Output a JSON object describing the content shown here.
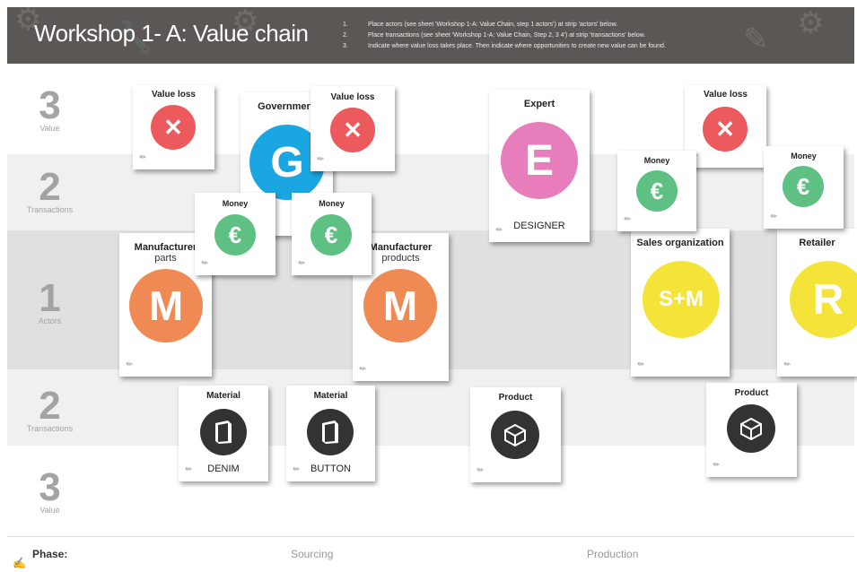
{
  "header": {
    "title": "Workshop 1- A: Value chain",
    "instructions": [
      {
        "num": "1.",
        "text": "Place actors (see sheet 'Workshop 1-A: Value Chain, step 1 actors') at strip 'actors' below."
      },
      {
        "num": "2.",
        "text": "Place transactions (see sheet 'Workshop 1-A: Value Chain, Step 2, 3 4') at strip 'transactions' below."
      },
      {
        "num": "3.",
        "text": "Indicate where value loss takes place. Then indicate where opportunities to create new value can be found."
      }
    ]
  },
  "strips": [
    {
      "number": "3",
      "label": "Value"
    },
    {
      "number": "2",
      "label": "Transactions"
    },
    {
      "number": "1",
      "label": "Actors"
    },
    {
      "number": "2",
      "label": "Transactions"
    },
    {
      "number": "3",
      "label": "Value"
    }
  ],
  "cards": {
    "value_loss_1": {
      "title": "Value loss"
    },
    "government": {
      "title": "Government",
      "letter": "G"
    },
    "value_loss_2": {
      "title": "Value loss"
    },
    "expert": {
      "title": "Expert",
      "letter": "E",
      "foot": "DESIGNER"
    },
    "value_loss_3": {
      "title": "Value loss"
    },
    "money_1": {
      "title": "Money",
      "symbol": "€"
    },
    "money_2": {
      "title": "Money",
      "symbol": "€"
    },
    "money_3": {
      "title": "Money",
      "symbol": "€"
    },
    "money_4": {
      "title": "Money",
      "symbol": "€"
    },
    "manufacturer_parts": {
      "title": "Manufacturer",
      "subtitle": "parts",
      "letter": "M"
    },
    "manufacturer_products": {
      "title": "Manufacturer",
      "subtitle": "products",
      "letter": "M"
    },
    "sales_org": {
      "title": "Sales organization",
      "letter": "S+M"
    },
    "retailer": {
      "title": "Retailer",
      "letter": "R"
    },
    "material_1": {
      "title": "Material",
      "foot": "DENIM"
    },
    "material_2": {
      "title": "Material",
      "foot": "BUTTON"
    },
    "product_1": {
      "title": "Product"
    },
    "product_2": {
      "title": "Product"
    }
  },
  "phase": {
    "label": "Phase:",
    "names": [
      "Sourcing",
      "Production"
    ]
  },
  "colors": {
    "header_bg": "#5b5754",
    "value_loss": "#ec5a5d",
    "government": "#1aa6e0",
    "expert": "#e87dbb",
    "money": "#5ec083",
    "manufacturer": "#f08a55",
    "sales": "#f4e43a",
    "retailer": "#f4e43a",
    "material": "#333333",
    "strip_light": "#f0f0f0",
    "strip_dark": "#e0e0e0"
  },
  "icons": {
    "value_loss": "x-icon",
    "money": "euro-icon",
    "material": "material-block-icon",
    "product": "cube-icon",
    "edit": "pencil-icon"
  }
}
